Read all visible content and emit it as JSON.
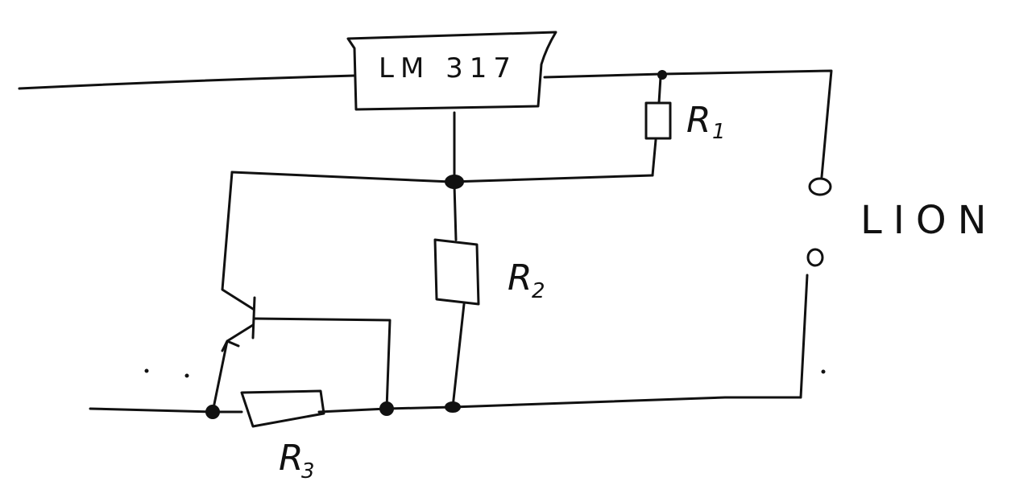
{
  "regulator": {
    "label": "LM 317"
  },
  "resistors": {
    "r1": {
      "letter": "R",
      "index": "1"
    },
    "r2": {
      "letter": "R",
      "index": "2"
    },
    "r3": {
      "letter": "R",
      "index": "3"
    }
  },
  "battery": {
    "label": "LION"
  },
  "colors": {
    "ink": "#111111",
    "paper": "#ffffff"
  }
}
